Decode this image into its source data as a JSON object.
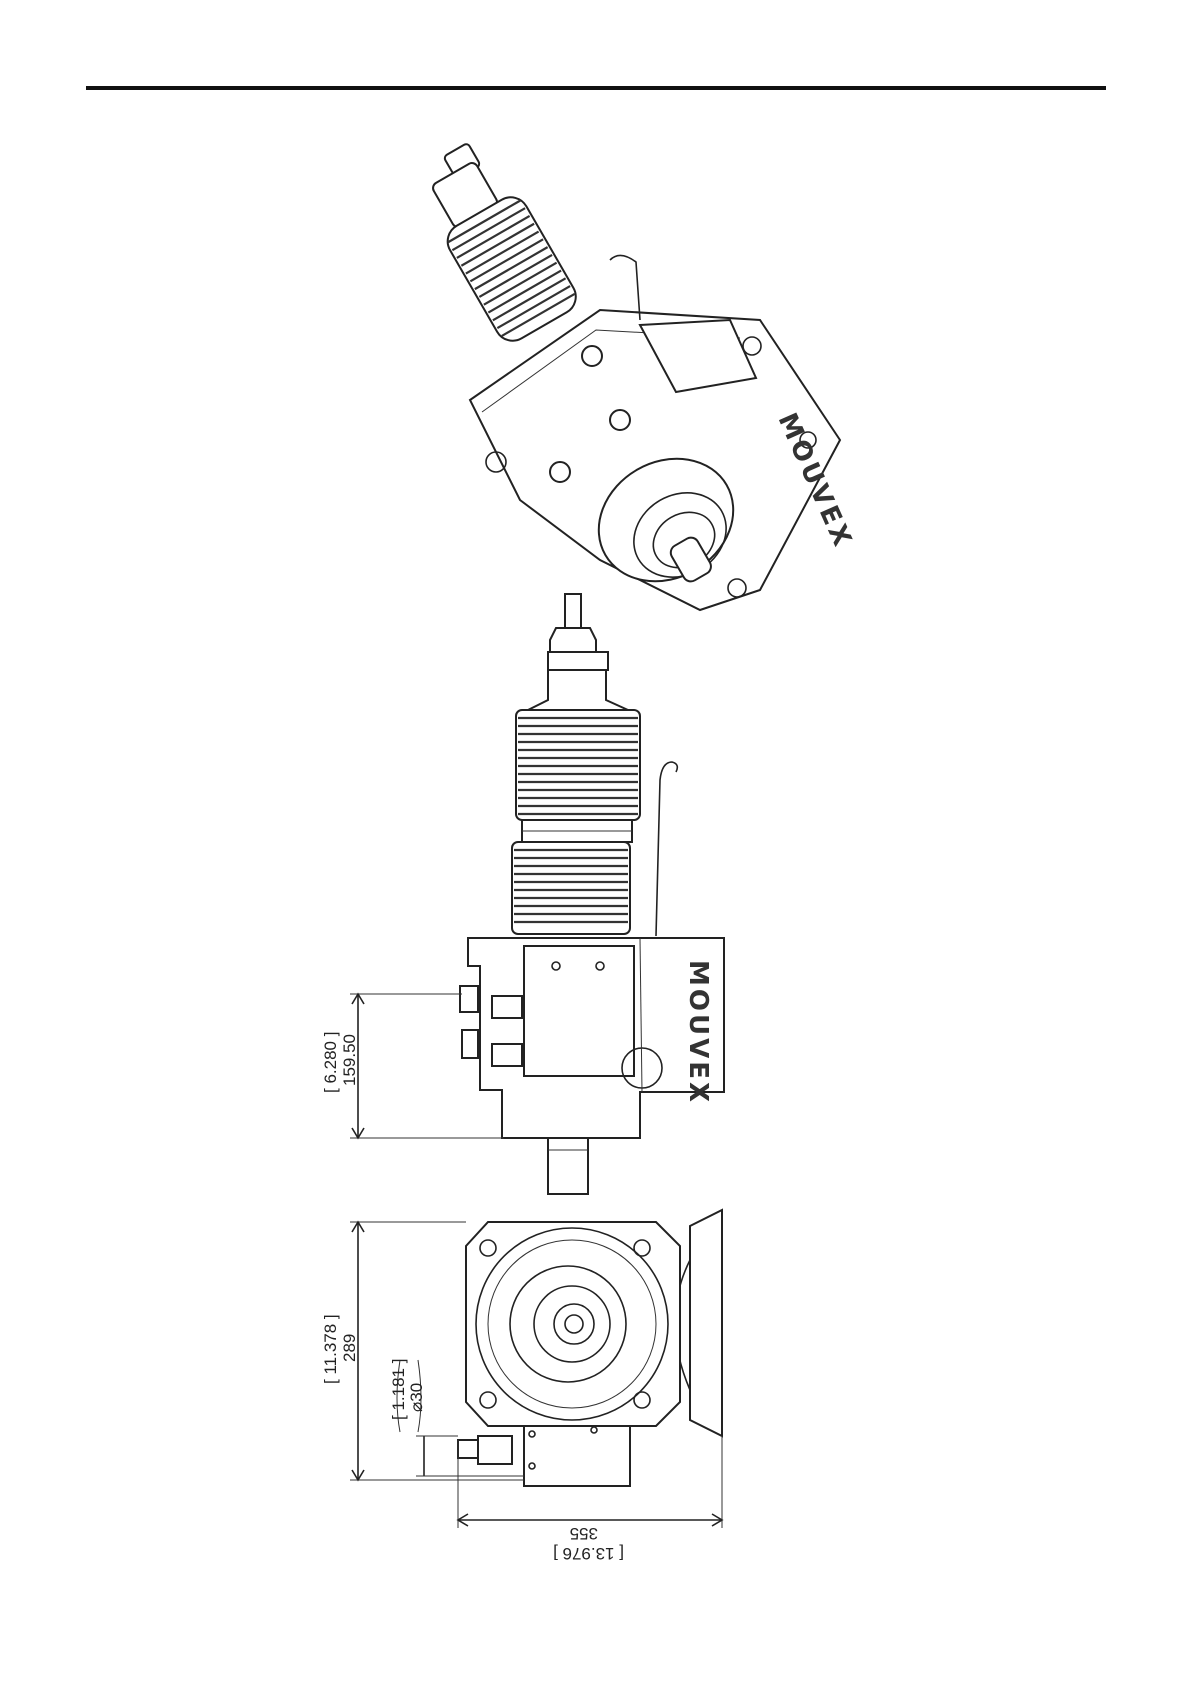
{
  "logo_text": "MOUVEX",
  "dimensions": {
    "height_in": "[ 6.280 ]",
    "height_mm": "159.50",
    "width_in": "[ 11.378 ]",
    "width_mm": "289",
    "shaft_in": "[ 1.181 ]",
    "shaft_mm": "⌀30",
    "depth_in": "[ 13.976 ]",
    "depth_mm": "355"
  }
}
